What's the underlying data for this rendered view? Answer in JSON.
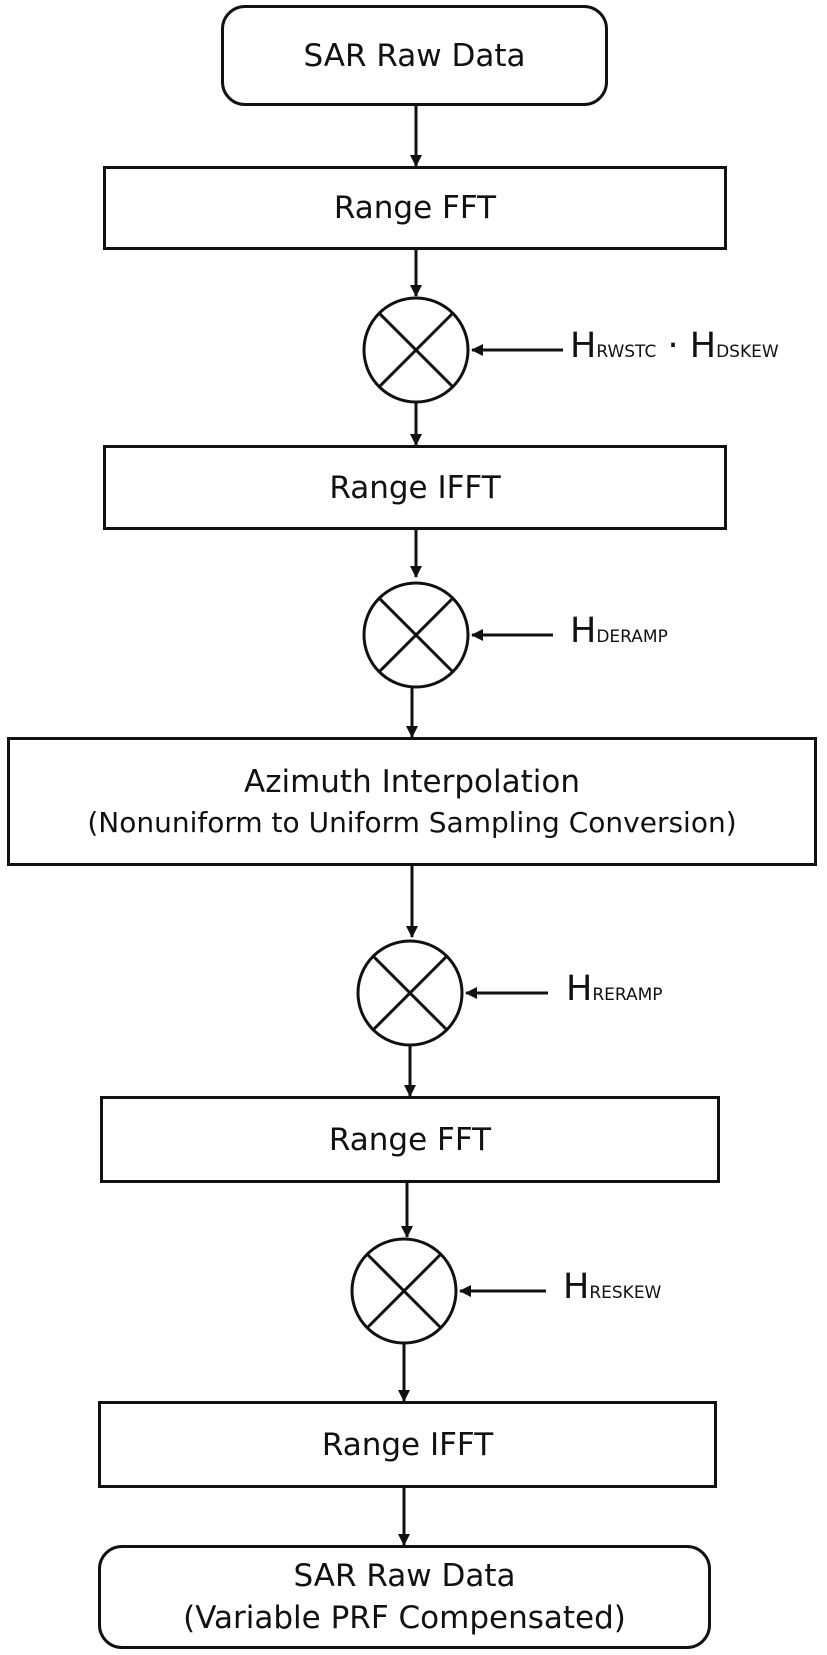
{
  "nodes": {
    "raw_input": "SAR Raw Data",
    "range_fft_1": "Range FFT",
    "range_ifft_1": "Range IFFT",
    "azimuth_interp": {
      "title": "Azimuth Interpolation",
      "subtitle": "(Nonuniform to Uniform Sampling Conversion)"
    },
    "range_fft_2": "Range FFT",
    "range_ifft_2": "Range IFFT",
    "output": {
      "title": "SAR Raw Data",
      "subtitle": "(Variable PRF Compensated)"
    }
  },
  "multipliers": [
    {
      "symbol": "H",
      "subscript": "RWSTC",
      "dot": "·",
      "symbol2": "H",
      "subscript2": "DSKEW"
    },
    {
      "symbol": "H",
      "subscript": "DERAMP"
    },
    {
      "symbol": "H",
      "subscript": "RERAMP"
    },
    {
      "symbol": "H",
      "subscript": "RESKEW"
    }
  ],
  "icons": {
    "multiplier": "circled-times-icon",
    "arrow": "arrow-down-icon"
  },
  "colors": {
    "stroke": "#111111",
    "background": "#ffffff"
  }
}
